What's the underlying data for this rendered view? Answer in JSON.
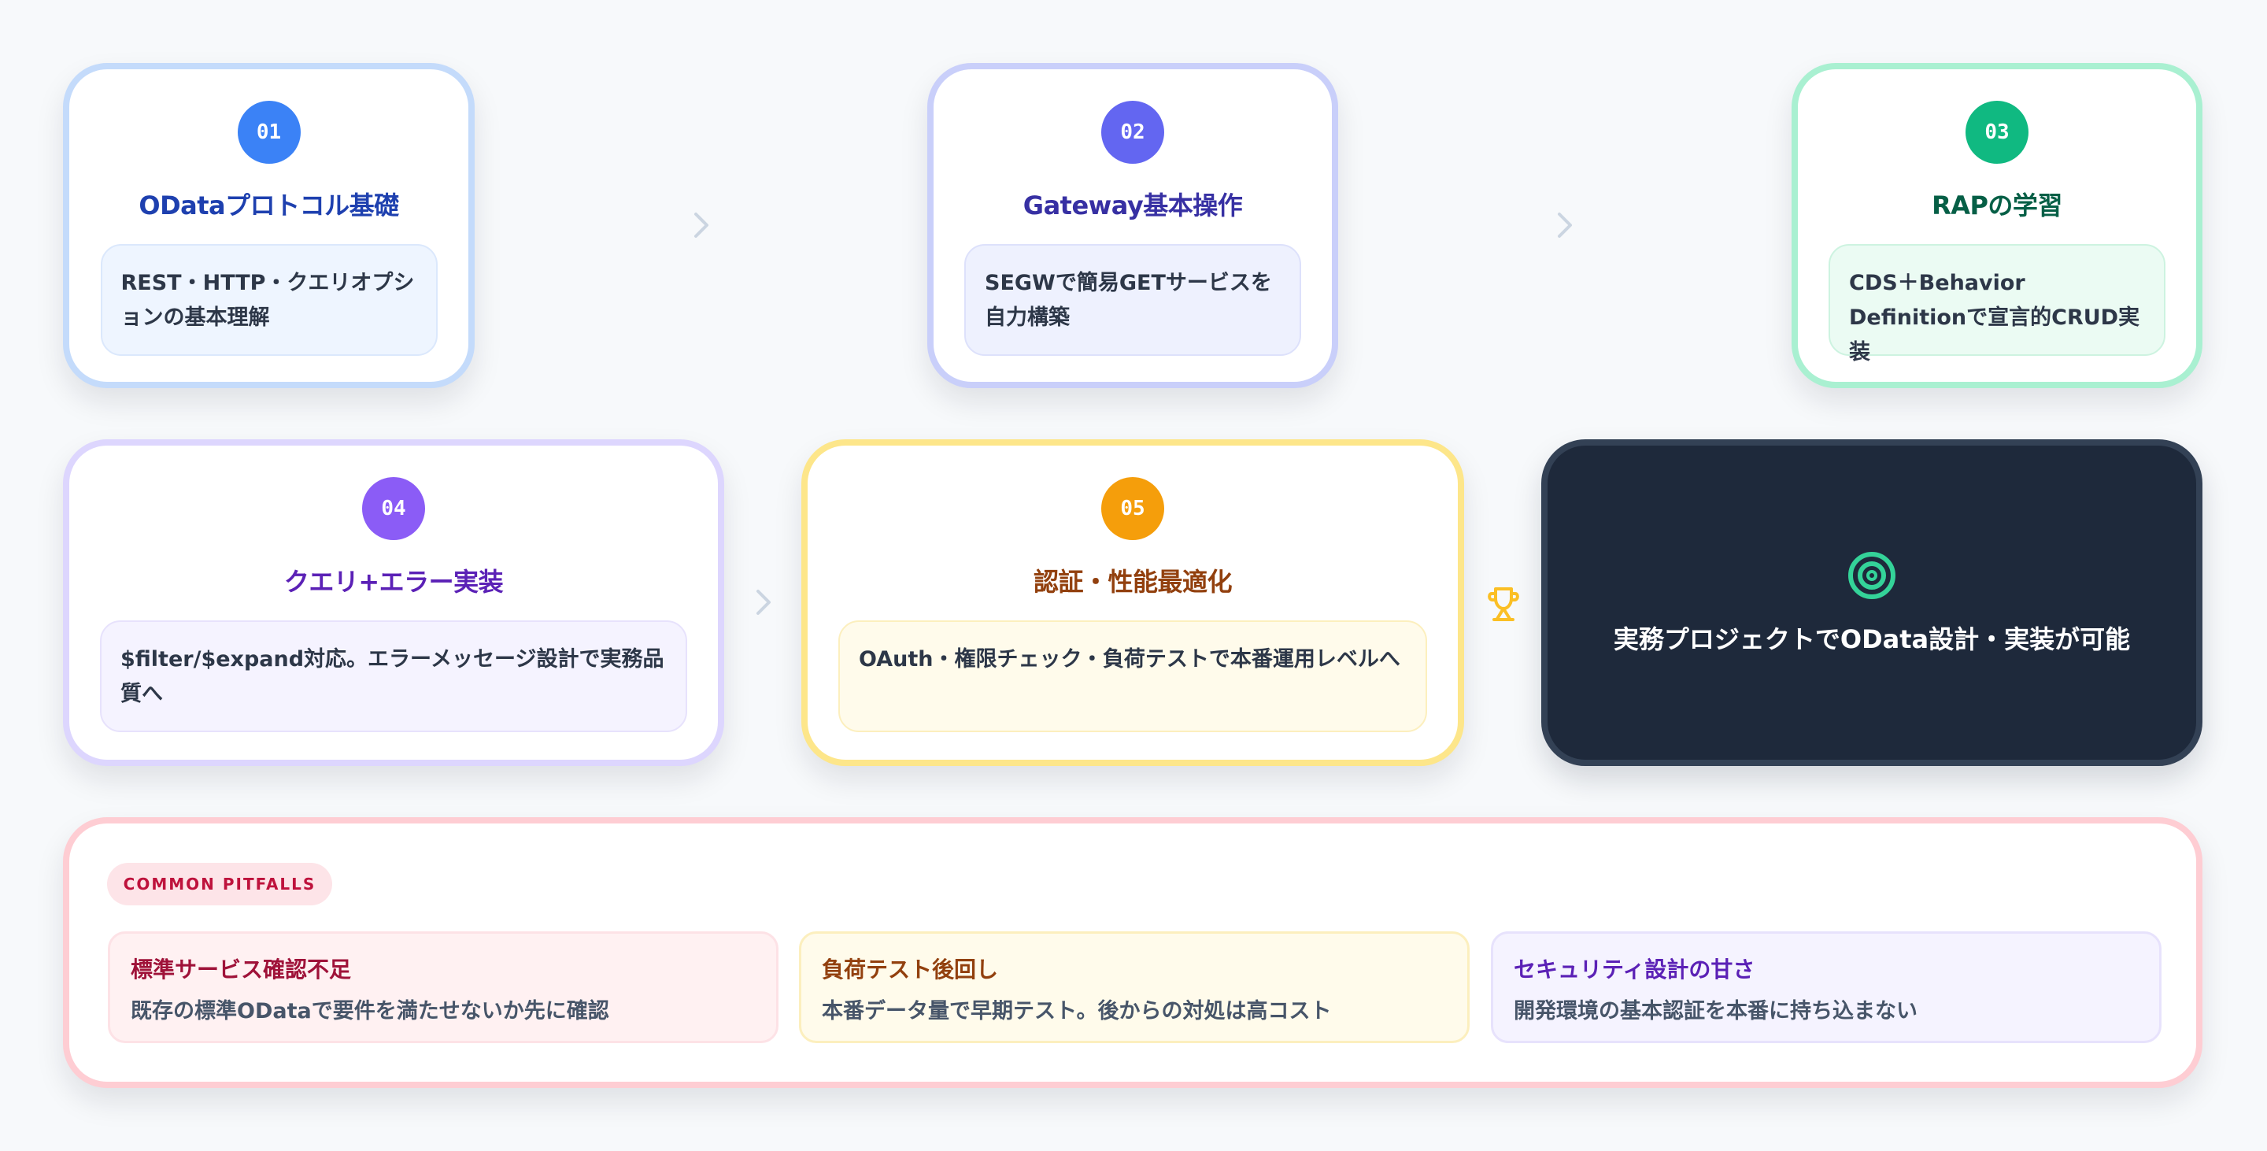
{
  "steps": [
    {
      "number": "01",
      "title": "ODataプロトコル基礎",
      "description": "REST・HTTP・クエリオプションの基本理解",
      "color": "#3b82f6"
    },
    {
      "number": "02",
      "title": "Gateway基本操作",
      "description": "SEGWで簡易GETサービスを自力構築",
      "color": "#6366f1"
    },
    {
      "number": "03",
      "title": "RAPの学習",
      "description": "CDS＋Behavior Definitionで宣言的CRUD実装",
      "color": "#10b981"
    },
    {
      "number": "04",
      "title": "クエリ+エラー実装",
      "description": "$filter/$expand対応。エラーメッセージ設計で実務品質へ",
      "color": "#8b5cf6"
    },
    {
      "number": "05",
      "title": "認証・性能最適化",
      "description": "OAuth・権限チェック・負荷テストで本番運用レベルへ",
      "color": "#f59e0b"
    }
  ],
  "goal": {
    "icon": "target-icon",
    "text": "実務プロジェクトでOData設計・実装が可能",
    "icon_color": "#34d399"
  },
  "connectors": {
    "arrow_icon": "chevron-right-icon",
    "trophy_icon": "trophy-icon",
    "trophy_color": "#fbbf24"
  },
  "pitfalls": {
    "badge": "COMMON PITFALLS",
    "items": [
      {
        "title": "標準サービス確認不足",
        "description": "既存の標準ODataで要件を満たせないか先に確認"
      },
      {
        "title": "負荷テスト後回し",
        "description": "本番データ量で早期テスト。後からの対処は高コスト"
      },
      {
        "title": "セキュリティ設計の甘さ",
        "description": "開発環境の基本認証を本番に持ち込まない"
      }
    ]
  }
}
